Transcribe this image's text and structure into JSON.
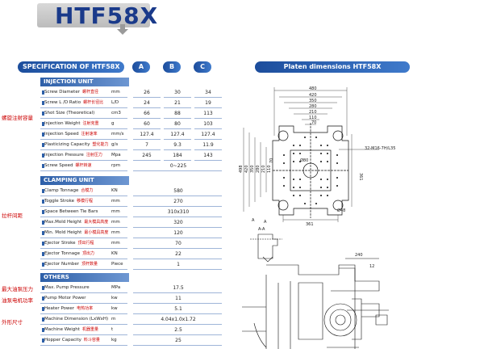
{
  "title": "HTF58X",
  "spec_header": "SPECIFICATION OF HTF58X",
  "columns": [
    "A",
    "B",
    "C"
  ],
  "platen_header": "Platen dimensions HTF58X",
  "sections": [
    {
      "name": "INJECTION  UNIT"
    },
    {
      "name": "CLAMPING  UNIT"
    },
    {
      "name": "OTHERS"
    }
  ],
  "rows": [
    {
      "en": "Screw Diameter",
      "cn": "螺杆直径",
      "unit": "mm",
      "a": "26",
      "b": "30",
      "c": "34"
    },
    {
      "en": "Screw L /D Ratio",
      "cn": "螺杆长径比",
      "unit": "L/D",
      "a": "24",
      "b": "21",
      "c": "19"
    },
    {
      "en": "Shot Size (Theoretical)",
      "cn": "",
      "unit": "cm3",
      "a": "66",
      "b": "88",
      "c": "113"
    },
    {
      "en": "Injection Weight",
      "cn": "注射克重",
      "unit": "g",
      "a": "60",
      "b": "80",
      "c": "103"
    },
    {
      "en": "Injection Speed",
      "cn": "注射速率",
      "unit": "mm/s",
      "a": "127.4",
      "b": "127.4",
      "c": "127.4"
    },
    {
      "en": "Plasticizing Capacity",
      "cn": "塑化能力",
      "unit": "g/s",
      "a": "7",
      "b": "9.3",
      "c": "11.9"
    },
    {
      "en": "Injection Pressure",
      "cn": "注射压力",
      "unit": "Mpa",
      "a": "245",
      "b": "184",
      "c": "143"
    },
    {
      "en": "Screw Speed",
      "cn": "螺杆转速",
      "unit": "rpm",
      "span": "0~225"
    },
    {
      "en": "Clamp Tonnage",
      "cn": "合模力",
      "unit": "KN",
      "span": "580"
    },
    {
      "en": "Toggle Stroke",
      "cn": "移模行程",
      "unit": "mm",
      "span": "270"
    },
    {
      "en": "Space Between Tie Bars",
      "cn": "",
      "unit": "mm",
      "span": "310x310"
    },
    {
      "en": "Max.Mold Height",
      "cn": "最大模具高度",
      "unit": "mm",
      "span": "320"
    },
    {
      "en": "Min. Mold Height",
      "cn": "最小模具高度",
      "unit": "mm",
      "span": "120"
    },
    {
      "en": "Ejector Stroke",
      "cn": "顶出行程",
      "unit": "mm",
      "span": "70"
    },
    {
      "en": "Ejector Tonnage",
      "cn": "顶出力",
      "unit": "KN",
      "span": "22"
    },
    {
      "en": "Ejector Number",
      "cn": "顶杆数量",
      "unit": "Piece",
      "span": "1"
    },
    {
      "en": "Max. Pump Pressure",
      "cn": "",
      "unit": "MPa",
      "span": "17.5"
    },
    {
      "en": "Pump Motor Power",
      "cn": "",
      "unit": "kw",
      "span": "11"
    },
    {
      "en": "Heater Power",
      "cn": "电热功率",
      "unit": "kw",
      "span": "5.1"
    },
    {
      "en": "Machine Dimension (LxWxH)",
      "cn": "",
      "unit": "m",
      "span": "4.04x1.0x1.72"
    },
    {
      "en": "Machine Weight",
      "cn": "机器重量",
      "unit": "t",
      "span": "2.5"
    },
    {
      "en": "Hopper Capacity",
      "cn": "料斗容量",
      "unit": "kg",
      "span": "25"
    }
  ],
  "side_labels": [
    "螺旋注射容量",
    "拉杆间距",
    "最大油泵压力",
    "油泵电机功率",
    "外形尺寸"
  ],
  "drawing": {
    "top_dims": [
      "480",
      "420",
      "350",
      "280",
      "210",
      "110",
      "70"
    ],
    "left_dims": [
      "498",
      "420",
      "350",
      "280",
      "210",
      "110",
      "70"
    ],
    "right_dim": "361",
    "bottom_dim": "361",
    "thread_label": "32-M16-7H/L35",
    "hole_label_top": "Ø80",
    "hole_label_bottom": "Ø48",
    "section_label": "A-A",
    "label_a": "A",
    "label_a2": "A",
    "side_dim_240": "240",
    "side_dim_12": "12"
  }
}
